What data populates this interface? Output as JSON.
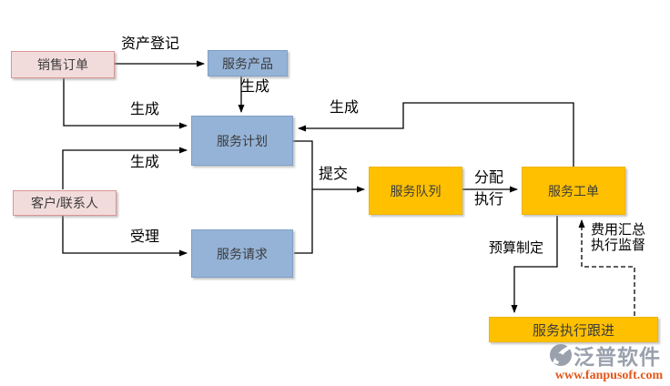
{
  "diagram": {
    "nodes": {
      "sales_order": "销售订单",
      "customer": "客户/联系人",
      "service_product": "服务产品",
      "service_plan": "服务计划",
      "service_request": "服务请求",
      "service_queue": "服务队列",
      "service_workorder": "服务工单",
      "service_follow": "服务执行跟进"
    },
    "edge_labels": {
      "asset_register": "资产登记",
      "generate_sales_to_plan": "生成",
      "generate_product_to_plan": "生成",
      "generate_workorder_to_plan": "生成",
      "generate_customer_to_plan": "生成",
      "accept": "受理",
      "submit": "提交",
      "assign": "分配",
      "execute": "执行",
      "budget": "预算制定",
      "cost_summary": "费用汇总",
      "supervise": "执行监督"
    },
    "colors": {
      "pink_fill": "#f2dcdb",
      "pink_border": "#d99694",
      "blue_fill": "#95b3d7",
      "orange_fill": "#ffc000",
      "line": "#000000",
      "background": "#ffffff"
    }
  },
  "watermark": {
    "brand": "泛普软件",
    "url": "www.fanpusoft.com",
    "brand_color": "#9aa1ad",
    "url_color": "#e2571b"
  }
}
